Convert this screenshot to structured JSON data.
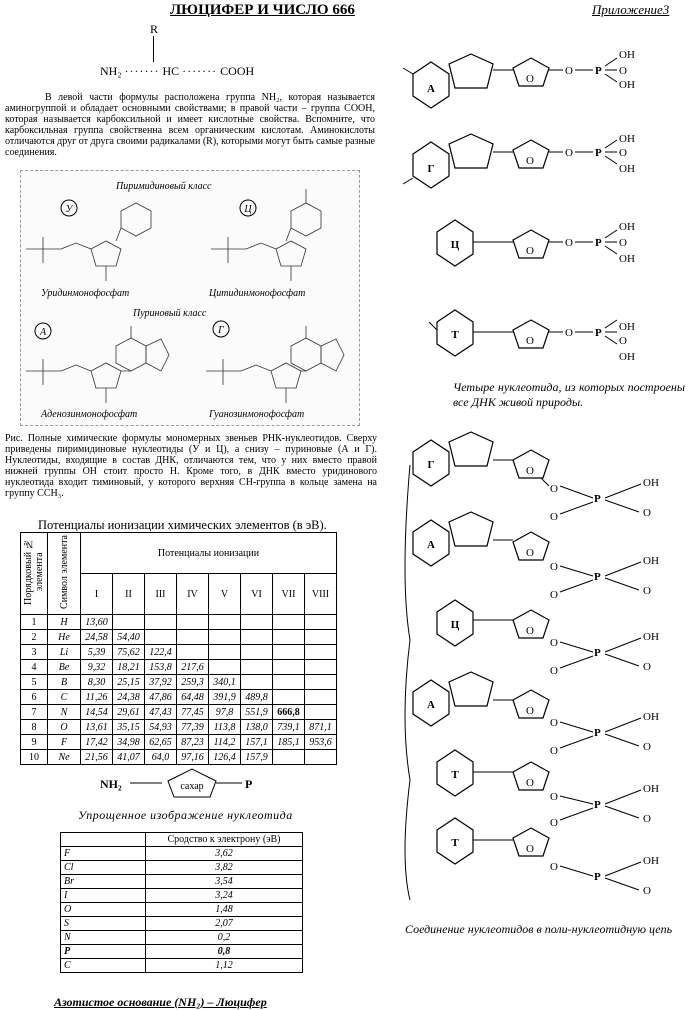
{
  "title": "ЛЮЦИФЕР И ЧИСЛО 666",
  "appendix": "Приложение3",
  "formula": {
    "r": "R",
    "left": "NH₂",
    "mid": "HC",
    "right": "COOH"
  },
  "paragraph": "В левой части формулы расположена группа NH₂, которая называется аминогруппой и обладает основными свойствами; в правой части – группа СООН, которая называется карбоксильной и имеет кислотные свойства. Вспомните, что карбоксильная группа свойственна всем органическим кислотам. Аминокислоты отличаются друг от друга своими радикалами (R), которыми могут быть самые разные соединения.",
  "figure": {
    "pyrimidine_class": "Пиримидиновый класс",
    "purine_class": "Пуриновый класс",
    "u": "У",
    "c": "Ц",
    "a": "А",
    "g": "Г",
    "ump": "Уридинмонофосфат",
    "cmp": "Цитидинмонофосфат",
    "amp": "Аденозинмонофосфат",
    "gmp": "Гуанозинмонофосфат"
  },
  "figure_caption": "Рис. Полные химические формулы мономерных звеньев РНК-нуклеотидов. Сверху приведены пиримидиновые нуклеотиды (У и Ц), а снизу – пуриновые (А и Г). Нуклеотиды, входящие в состав ДНК, отличаются тем, что у них вместо правой нижней группы ОН стоит просто Н. Кроме того, в ДНК вместо уридинового нуклеотида входит тиминовый, у которого верхняя СН-группа в кольце замена на группу ССН₃.",
  "ion_table": {
    "title": "Потенциалы ионизации химических элементов (в эВ).",
    "col1": "Порядковый № элемента",
    "col2": "Символ элемента",
    "group": "Потенциалы ионизации",
    "roman": [
      "I",
      "II",
      "III",
      "IV",
      "V",
      "VI",
      "VII",
      "VIII"
    ],
    "rows": [
      {
        "n": "1",
        "s": "H",
        "v": [
          "13,60",
          "",
          "",
          "",
          "",
          "",
          "",
          ""
        ]
      },
      {
        "n": "2",
        "s": "He",
        "v": [
          "24,58",
          "54,40",
          "",
          "",
          "",
          "",
          "",
          ""
        ]
      },
      {
        "n": "3",
        "s": "Li",
        "v": [
          "5,39",
          "75,62",
          "122,4",
          "",
          "",
          "",
          "",
          ""
        ]
      },
      {
        "n": "4",
        "s": "Be",
        "v": [
          "9,32",
          "18,21",
          "153,8",
          "217,6",
          "",
          "",
          "",
          ""
        ]
      },
      {
        "n": "5",
        "s": "B",
        "v": [
          "8,30",
          "25,15",
          "37,92",
          "259,3",
          "340,1",
          "",
          "",
          ""
        ]
      },
      {
        "n": "6",
        "s": "C",
        "v": [
          "11,26",
          "24,38",
          "47,86",
          "64,48",
          "391,9",
          "489,8",
          "",
          ""
        ]
      },
      {
        "n": "7",
        "s": "N",
        "v": [
          "14,54",
          "29,61",
          "47,43",
          "77,45",
          "97,8",
          "551,9",
          "666,8",
          ""
        ]
      },
      {
        "n": "8",
        "s": "O",
        "v": [
          "13,61",
          "35,15",
          "54,93",
          "77,39",
          "113,8",
          "138,0",
          "739,1",
          "871,1"
        ]
      },
      {
        "n": "9",
        "s": "F",
        "v": [
          "17,42",
          "34,98",
          "62,65",
          "87,23",
          "114,2",
          "157,1",
          "185,1",
          "953,6"
        ]
      },
      {
        "n": "10",
        "s": "Ne",
        "v": [
          "21,56",
          "41,07",
          "64,0",
          "97,16",
          "126,4",
          "157,9",
          "",
          ""
        ]
      }
    ]
  },
  "nucleotide_scheme": {
    "left": "NH₂",
    "sugar": "сахар",
    "right": "P",
    "caption": "Упрощенное изображение нуклеотида"
  },
  "affinity_table": {
    "header": "Сродство к электрону (эВ)",
    "rows": [
      {
        "s": "F",
        "v": "3,62"
      },
      {
        "s": "Cl",
        "v": "3,82"
      },
      {
        "s": "Br",
        "v": "3,54"
      },
      {
        "s": "I",
        "v": "3,24"
      },
      {
        "s": "O",
        "v": "1,48"
      },
      {
        "s": "S",
        "v": "2,07"
      },
      {
        "s": "N",
        "v": "0,2"
      },
      {
        "s": "P",
        "v": "0,8"
      },
      {
        "s": "C",
        "v": "1,12"
      }
    ]
  },
  "bottom_caption": "Азотистое основание (NH₂) – Люцифер",
  "right": {
    "bases": [
      "А",
      "Г",
      "Ц",
      "Т"
    ],
    "o": "O",
    "p": "P",
    "oh": "OH",
    "caption1": "Четыре нуклеотида, из которых построены все ДНК живой природы.",
    "chain": [
      "Г",
      "А",
      "Ц",
      "А",
      "Т",
      "Т"
    ],
    "caption2": "Соединение нуклеотидов в поли-нуклеотидную цепь"
  }
}
